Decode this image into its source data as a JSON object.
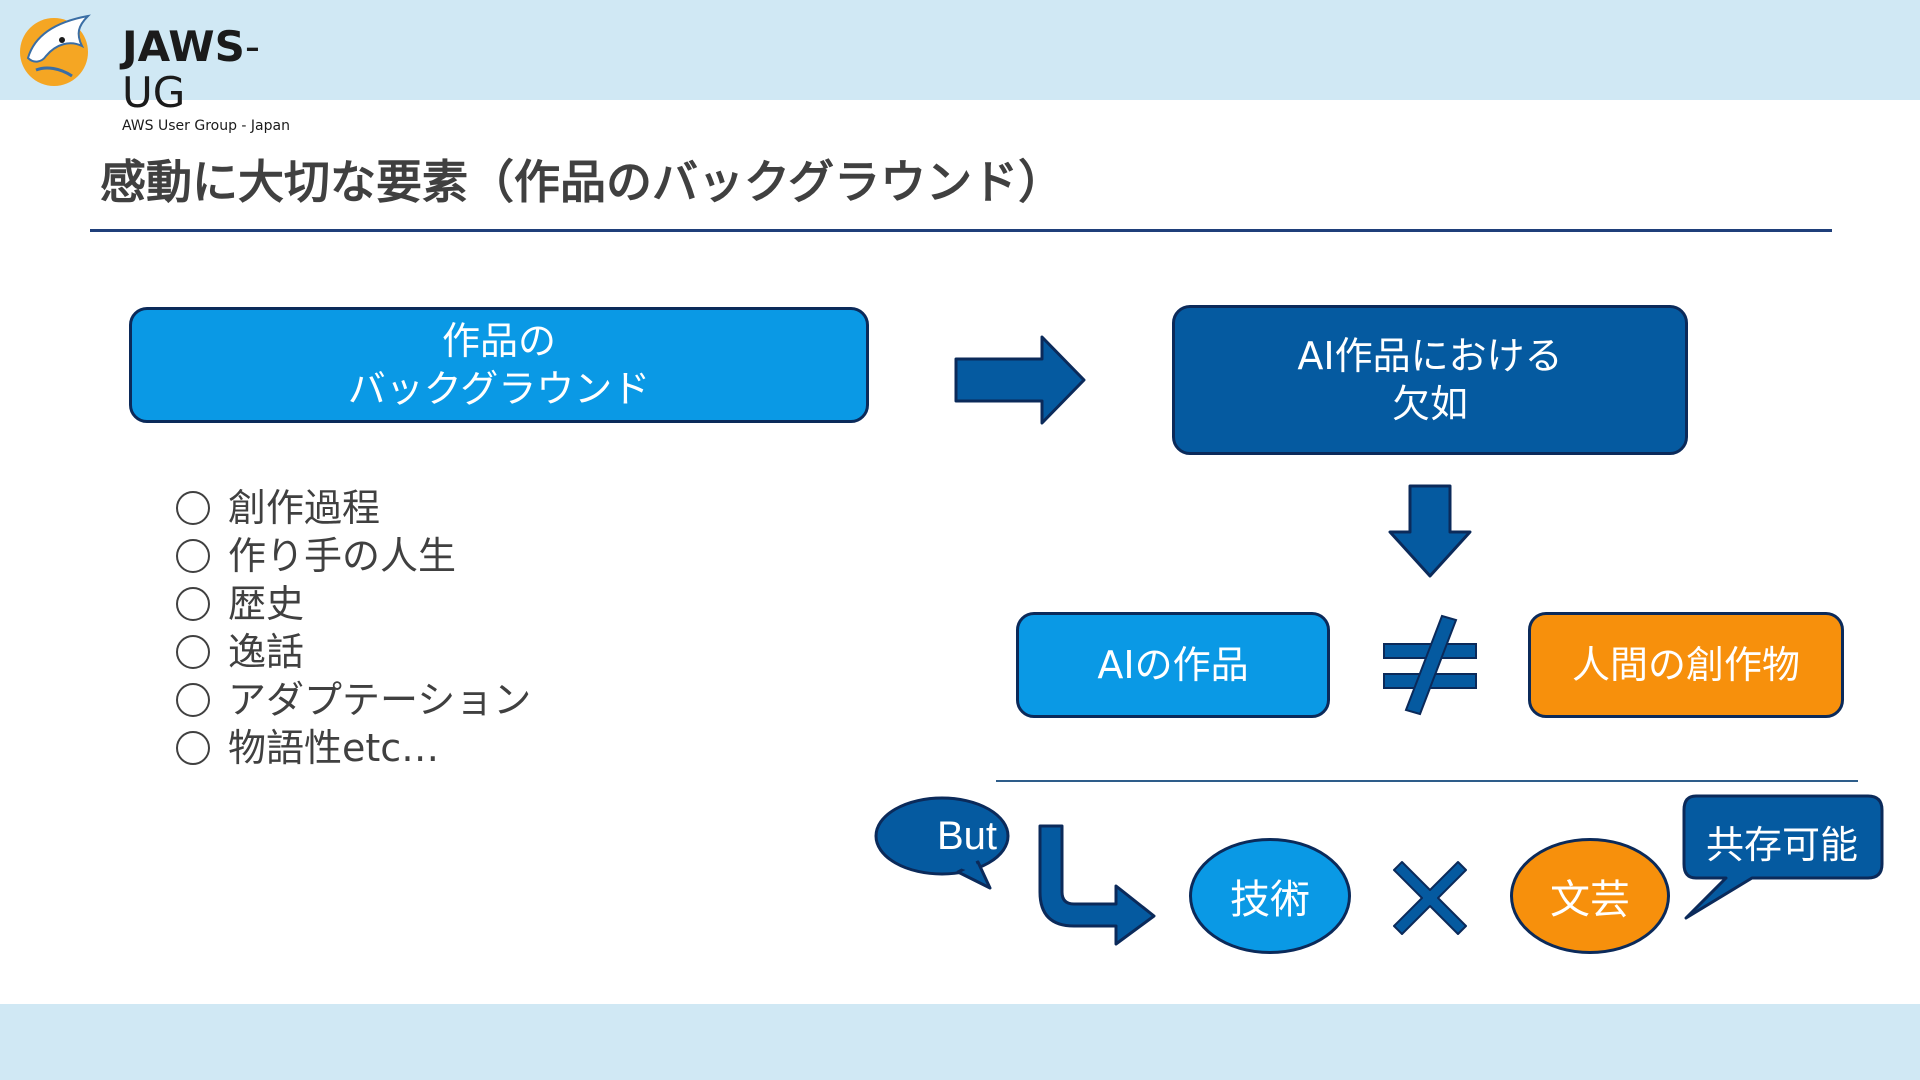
{
  "header": {
    "logo_main_bold": "JAWS",
    "logo_main_rest": "-UG",
    "logo_sub": "AWS User Group - Japan"
  },
  "slide": {
    "title": "感動に大切な要素（作品のバックグラウンド）"
  },
  "boxes": {
    "background_line1": "作品の",
    "background_line2": "バックグラウンド",
    "ai_lack_line1": "AI作品における",
    "ai_lack_line2": "欠如",
    "ai_work": "AIの作品",
    "human_work": "人間の創作物"
  },
  "list": [
    "創作過程",
    "作り手の人生",
    "歴史",
    "逸話",
    "アダプテーション",
    "物語性etc…"
  ],
  "bottom": {
    "but": "But",
    "technology": "技術",
    "arts": "文芸",
    "coexist": "共存可能"
  },
  "colors": {
    "light_blue": "#0a99e5",
    "dark_blue": "#055aa0",
    "orange": "#f7900c",
    "navy": "#0b2a5a",
    "band": "#d0e8f4"
  },
  "icons": {
    "right_arrow": "right-arrow-icon",
    "down_arrow": "down-arrow-icon",
    "not_equal": "not-equal-icon",
    "turn_arrow": "turn-right-arrow-icon",
    "times": "times-icon",
    "logo": "shark-logo-icon"
  }
}
